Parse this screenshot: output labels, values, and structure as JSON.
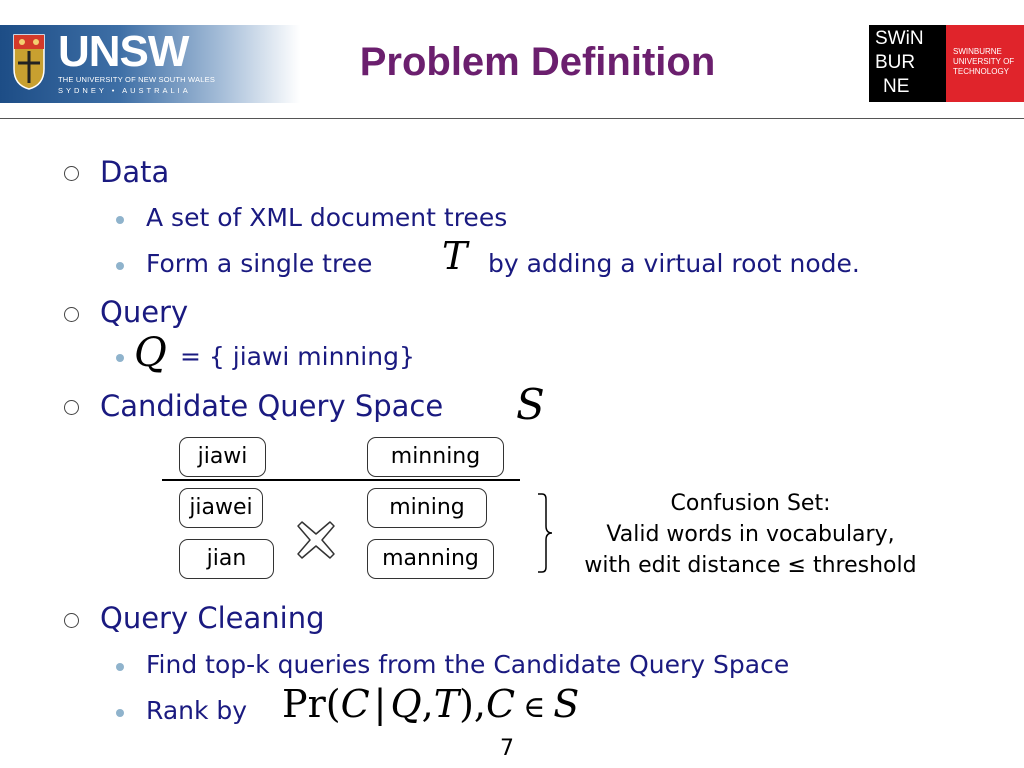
{
  "header": {
    "unsw_logo": {
      "wordmark": "UNSW",
      "line1": "THE UNIVERSITY OF NEW SOUTH WALES",
      "line2": "SYDNEY • AUSTRALIA"
    },
    "title": "Problem Definition",
    "swinburne_logo": {
      "mark": [
        "SWiN",
        "BUR",
        "NE"
      ],
      "name": [
        "SWINBURNE",
        "UNIVERSITY OF",
        "TECHNOLOGY"
      ]
    }
  },
  "bullets": {
    "data": {
      "label": "Data",
      "items": [
        {
          "text": "A set of XML document trees"
        },
        {
          "pre": "Form a single tree",
          "math": "T",
          "post": "by adding a virtual root node."
        }
      ]
    },
    "query": {
      "label": "Query",
      "items": [
        {
          "math": "Q",
          "post": "= { jiawi minning}"
        }
      ]
    },
    "candidate": {
      "label": "Candidate Query Space",
      "math": "S"
    },
    "cleaning": {
      "label": "Query Cleaning",
      "items": [
        {
          "text": "Find top-k queries from the Candidate Query Space"
        },
        {
          "pre": "Rank by",
          "formula": {
            "pr": "Pr(",
            "c": "C",
            "bar": "|",
            "q": "Q",
            "comma1": ",",
            "t": "T",
            "close": ")",
            "comma2": ",",
            "c2": "C",
            "in": "∈",
            "s": "S"
          }
        }
      ]
    }
  },
  "diagram": {
    "column1": [
      "jiawi",
      "jiawei",
      "jian"
    ],
    "column2": [
      "minning",
      "mining",
      "manning"
    ],
    "cross_symbol": "✕",
    "confusion_set": [
      "Confusion Set:",
      "Valid words in vocabulary,",
      "with edit distance ≤ threshold"
    ]
  },
  "page_number": "7"
}
